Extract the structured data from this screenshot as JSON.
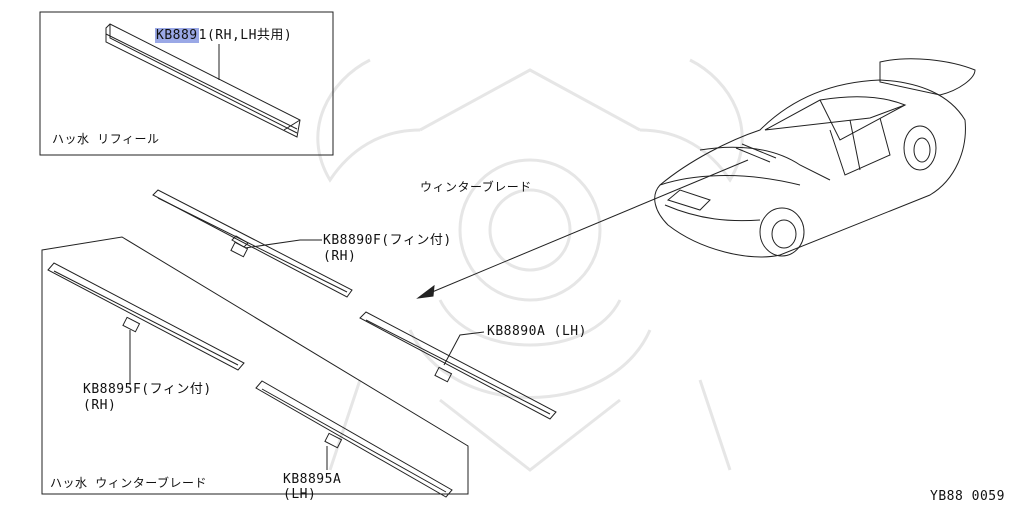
{
  "diagram": {
    "refill_box": {
      "caption": "ハッ水 リフィール",
      "part": {
        "highlight": "KB889",
        "rest": "1(RH,LH共用)"
      }
    },
    "center_label": "ウィンターブレード",
    "parts": {
      "kb8890f": {
        "line1": "KB8890F(フィン付)",
        "line2": "(RH)"
      },
      "kb8890a": {
        "line1": "KB8890A (LH)"
      },
      "kb8895f": {
        "line1": "KB8895F(フィン付)",
        "line2": "(RH)"
      },
      "kb8895a": {
        "line1": "KB8895A",
        "line2": "(LH)"
      }
    },
    "lower_box_caption": "ハッ水 ウィンターブレード",
    "figure_code": "YB88 0059",
    "colors": {
      "line": "#222222",
      "highlight": "#9aa8e6",
      "watermark": "#e8e8e8"
    }
  }
}
